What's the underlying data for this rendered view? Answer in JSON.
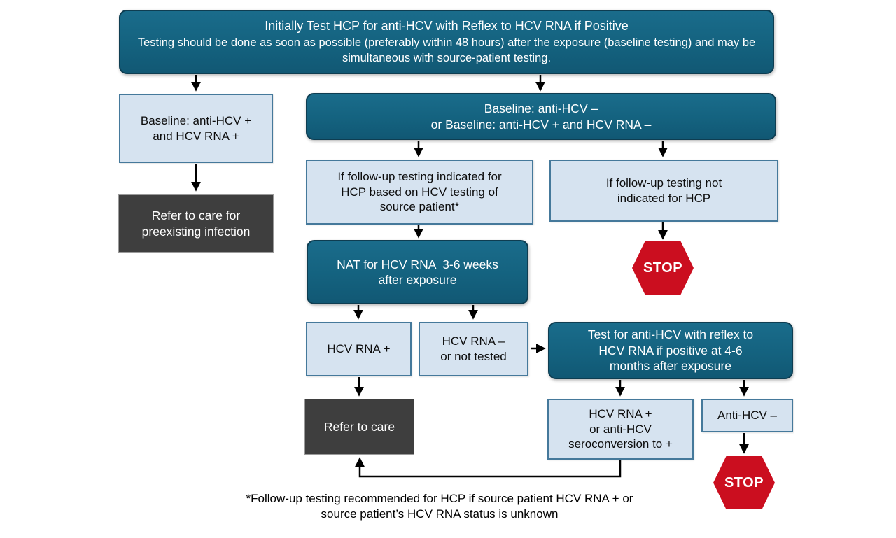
{
  "flowchart": {
    "start": {
      "heading": "Initially Test HCP for anti-HCV with Reflex to HCV RNA if Positive",
      "body": "Testing should be done as soon as possible (preferably within 48 hours) after the exposure (baseline testing) and may be simultaneous with source-patient testing."
    },
    "baseline_positive": {
      "label": "Baseline: anti-HCV +\nand HCV RNA +"
    },
    "refer_preexisting": {
      "label": "Refer to care for\npreexisting infection"
    },
    "baseline_negative": {
      "label": "Baseline: anti-HCV –\nor Baseline: anti-HCV + and HCV RNA –"
    },
    "followup_indicated": {
      "label": "If follow-up testing indicated for\nHCP based on HCV testing of\nsource patient*"
    },
    "followup_not_indicated": {
      "label": "If follow-up testing not\nindicated for HCP"
    },
    "stop_1": {
      "label": "STOP"
    },
    "nat_test": {
      "label": "NAT for HCV RNA  3-6 weeks\nafter exposure"
    },
    "hcv_rna_positive": {
      "label": "HCV RNA +"
    },
    "hcv_rna_negative": {
      "label": "HCV RNA –\nor not tested"
    },
    "test_4_6_months": {
      "label": "Test for anti-HCV with reflex to\nHCV RNA if positive at 4-6\nmonths after exposure"
    },
    "refer_to_care": {
      "label": "Refer to care"
    },
    "seroconversion": {
      "label": "HCV RNA +\nor anti-HCV\nseroconversion to +"
    },
    "anti_hcv_negative": {
      "label": "Anti-HCV –"
    },
    "stop_2": {
      "label": "STOP"
    },
    "footnote": "*Follow-up testing recommended for HCP if source patient HCV RNA + or\nsource patient’s HCV RNA status is unknown"
  },
  "colors": {
    "teal_fill": "#14627f",
    "teal_border": "#0e3d51",
    "light_blue_fill": "#d6e3f0",
    "light_blue_border": "#45799b",
    "gray_fill": "#3e3e3e",
    "stop_red": "#cb0e1f",
    "arrow": "#000000",
    "text_on_dark": "#ffffff",
    "text_on_light": "#0d0d0d"
  }
}
